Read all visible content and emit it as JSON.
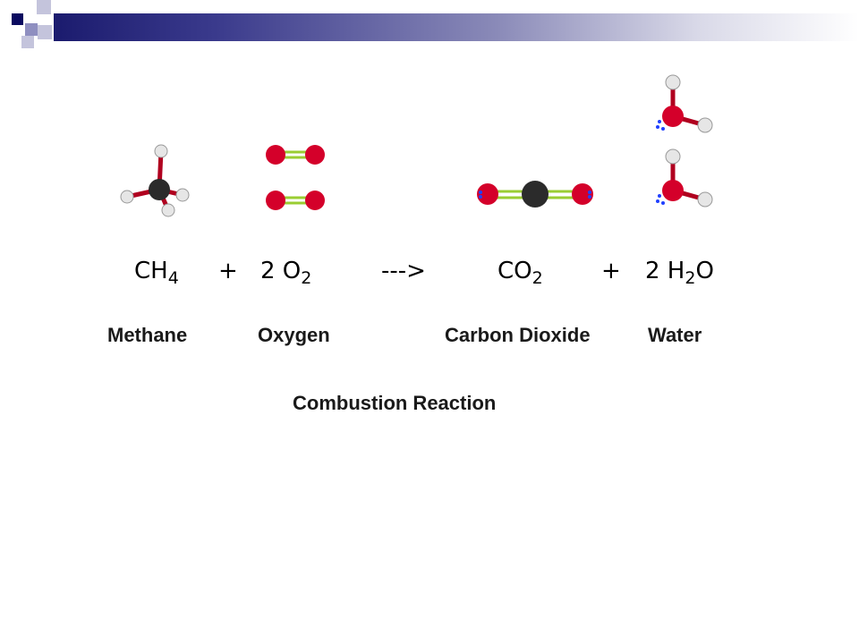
{
  "equation": {
    "methane": {
      "base": "CH",
      "sub": "4"
    },
    "plus1": "+",
    "oxygen": {
      "coef": "2 O",
      "sub": "2"
    },
    "arrow": "--->",
    "carbon_dioxide": {
      "base": "CO",
      "sub": "2"
    },
    "plus2": "+",
    "water": {
      "pre": "2 H",
      "sub": "2",
      "post": "O"
    }
  },
  "labels": {
    "methane": "Methane",
    "oxygen": "Oxygen",
    "carbon_dioxide": "Carbon Dioxide",
    "water": "Water"
  },
  "caption": "Combustion Reaction",
  "colors": {
    "carbon": "#2b2b2b",
    "oxygen": "#d4002a",
    "hydrogen": "#e6e6e6",
    "bond_double": "#9acd32",
    "lone_pair": "#2040ff",
    "header": "#1b1b6e"
  }
}
